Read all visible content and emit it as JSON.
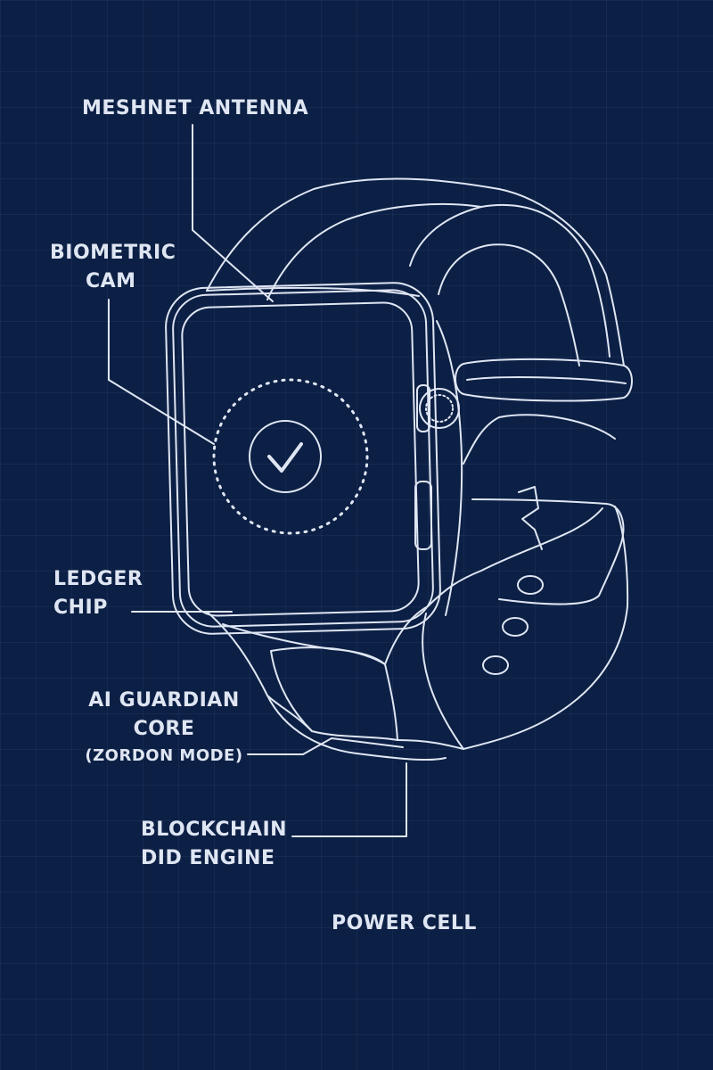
{
  "callouts": {
    "meshnet_antenna": [
      "MESHNET ANTENNA"
    ],
    "biometric_cam": [
      "BIOMETRIC",
      "CAM"
    ],
    "ledger_chip": [
      "LEDGER",
      "CHIP"
    ],
    "ai_guardian_core": [
      "AI GUARDIAN",
      "CORE",
      "(ZORDON MODE)"
    ],
    "blockchain_did_engine": [
      "BLOCKCHAIN",
      "DID ENGINE"
    ],
    "power_cell": [
      "POWER CELL"
    ]
  },
  "screen": {
    "icon": "checkmark-icon"
  },
  "colors": {
    "background": "#0c1f44",
    "line": "#dfe6f3",
    "grid": "#1e3461"
  }
}
